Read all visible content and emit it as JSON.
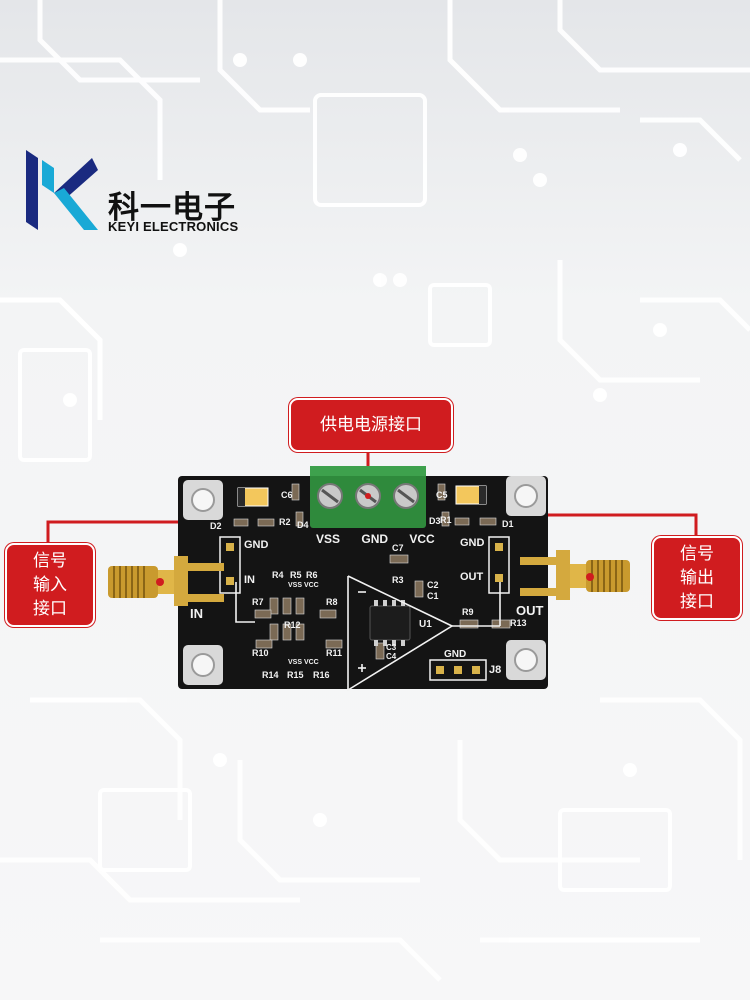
{
  "brand": {
    "name_cn": "科一电子",
    "name_en": "KEYI ELECTRONICS"
  },
  "callouts": {
    "power": "供电电源接口",
    "input": [
      "信号",
      "输入",
      "接口"
    ],
    "output": [
      "信号",
      "输出",
      "接口"
    ]
  },
  "board": {
    "terminal_labels": [
      "VSS",
      "GND",
      "VCC"
    ],
    "in_header": [
      "GND",
      "IN"
    ],
    "out_header": [
      "GND",
      "OUT"
    ],
    "in_text": "IN",
    "out_text": "OUT",
    "j8_gnd": "GND",
    "j8": "J8",
    "u1": "U1",
    "refs": [
      "D2",
      "R2",
      "C6",
      "D4",
      "D3",
      "R1",
      "C5",
      "D1",
      "C7",
      "R3",
      "C2",
      "C1",
      "R4",
      "R5",
      "R6",
      "R7",
      "R8",
      "R9",
      "R12",
      "R10",
      "R11",
      "R13",
      "C3",
      "C4",
      "R14",
      "R15",
      "R16"
    ],
    "small_vss_vcc_1": "VSS VCC",
    "small_vss_vcc_2": "VSS VCC"
  },
  "colors": {
    "callout": "#d01c1f",
    "pcb": "#141414",
    "terminal": "#2f8a3c",
    "sma_gold": "#c99a2e",
    "logo_dark": "#1a2a80",
    "logo_light": "#19a9d6"
  }
}
